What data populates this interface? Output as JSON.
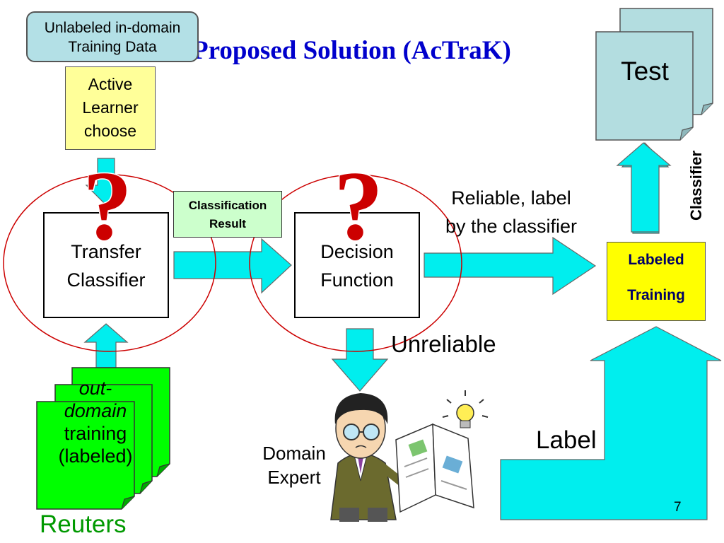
{
  "title": "Proposed Solution (AcTraK)",
  "unlabeled_box": {
    "line1": "Unlabeled in-domain",
    "line2": "Training Data"
  },
  "active_learner": {
    "line1": "Active",
    "line2": "Learner",
    "line3": "choose"
  },
  "classification_result": {
    "line1": "Classification",
    "line2": "Result"
  },
  "transfer_classifier": {
    "line1": "Transfer",
    "line2": "Classifier"
  },
  "decision_function": {
    "line1": "Decision",
    "line2": "Function"
  },
  "reliable_text": {
    "line1": "Reliable, label",
    "line2": "by the classifier"
  },
  "labeled_training": {
    "line1": "Labeled",
    "line2": "Training"
  },
  "test_label": "Test",
  "classifier_label": "Classifier",
  "unreliable_label": "Unreliable",
  "label_label": "Label",
  "domain_expert": {
    "line1": "Domain",
    "line2": "Expert"
  },
  "out_domain": {
    "line1": "out-",
    "line2": "domain",
    "line3": "training",
    "line4": "(labeled)"
  },
  "reuters_label": "Reuters",
  "question_mark": "?",
  "page_number": "7",
  "colors": {
    "title": "#0000cc",
    "arrow_fill": "#00eeee",
    "cloud_fill": "#b3e0e6",
    "note_yellow": "#ffff99",
    "labeled_yellow": "#ffff00",
    "result_green": "#ccffcc",
    "doc_green": "#00ff00",
    "test_blue": "#b3dde0",
    "question_red": "#cc0000",
    "ellipse_red": "#cc0000",
    "reuters_green": "#009900"
  }
}
